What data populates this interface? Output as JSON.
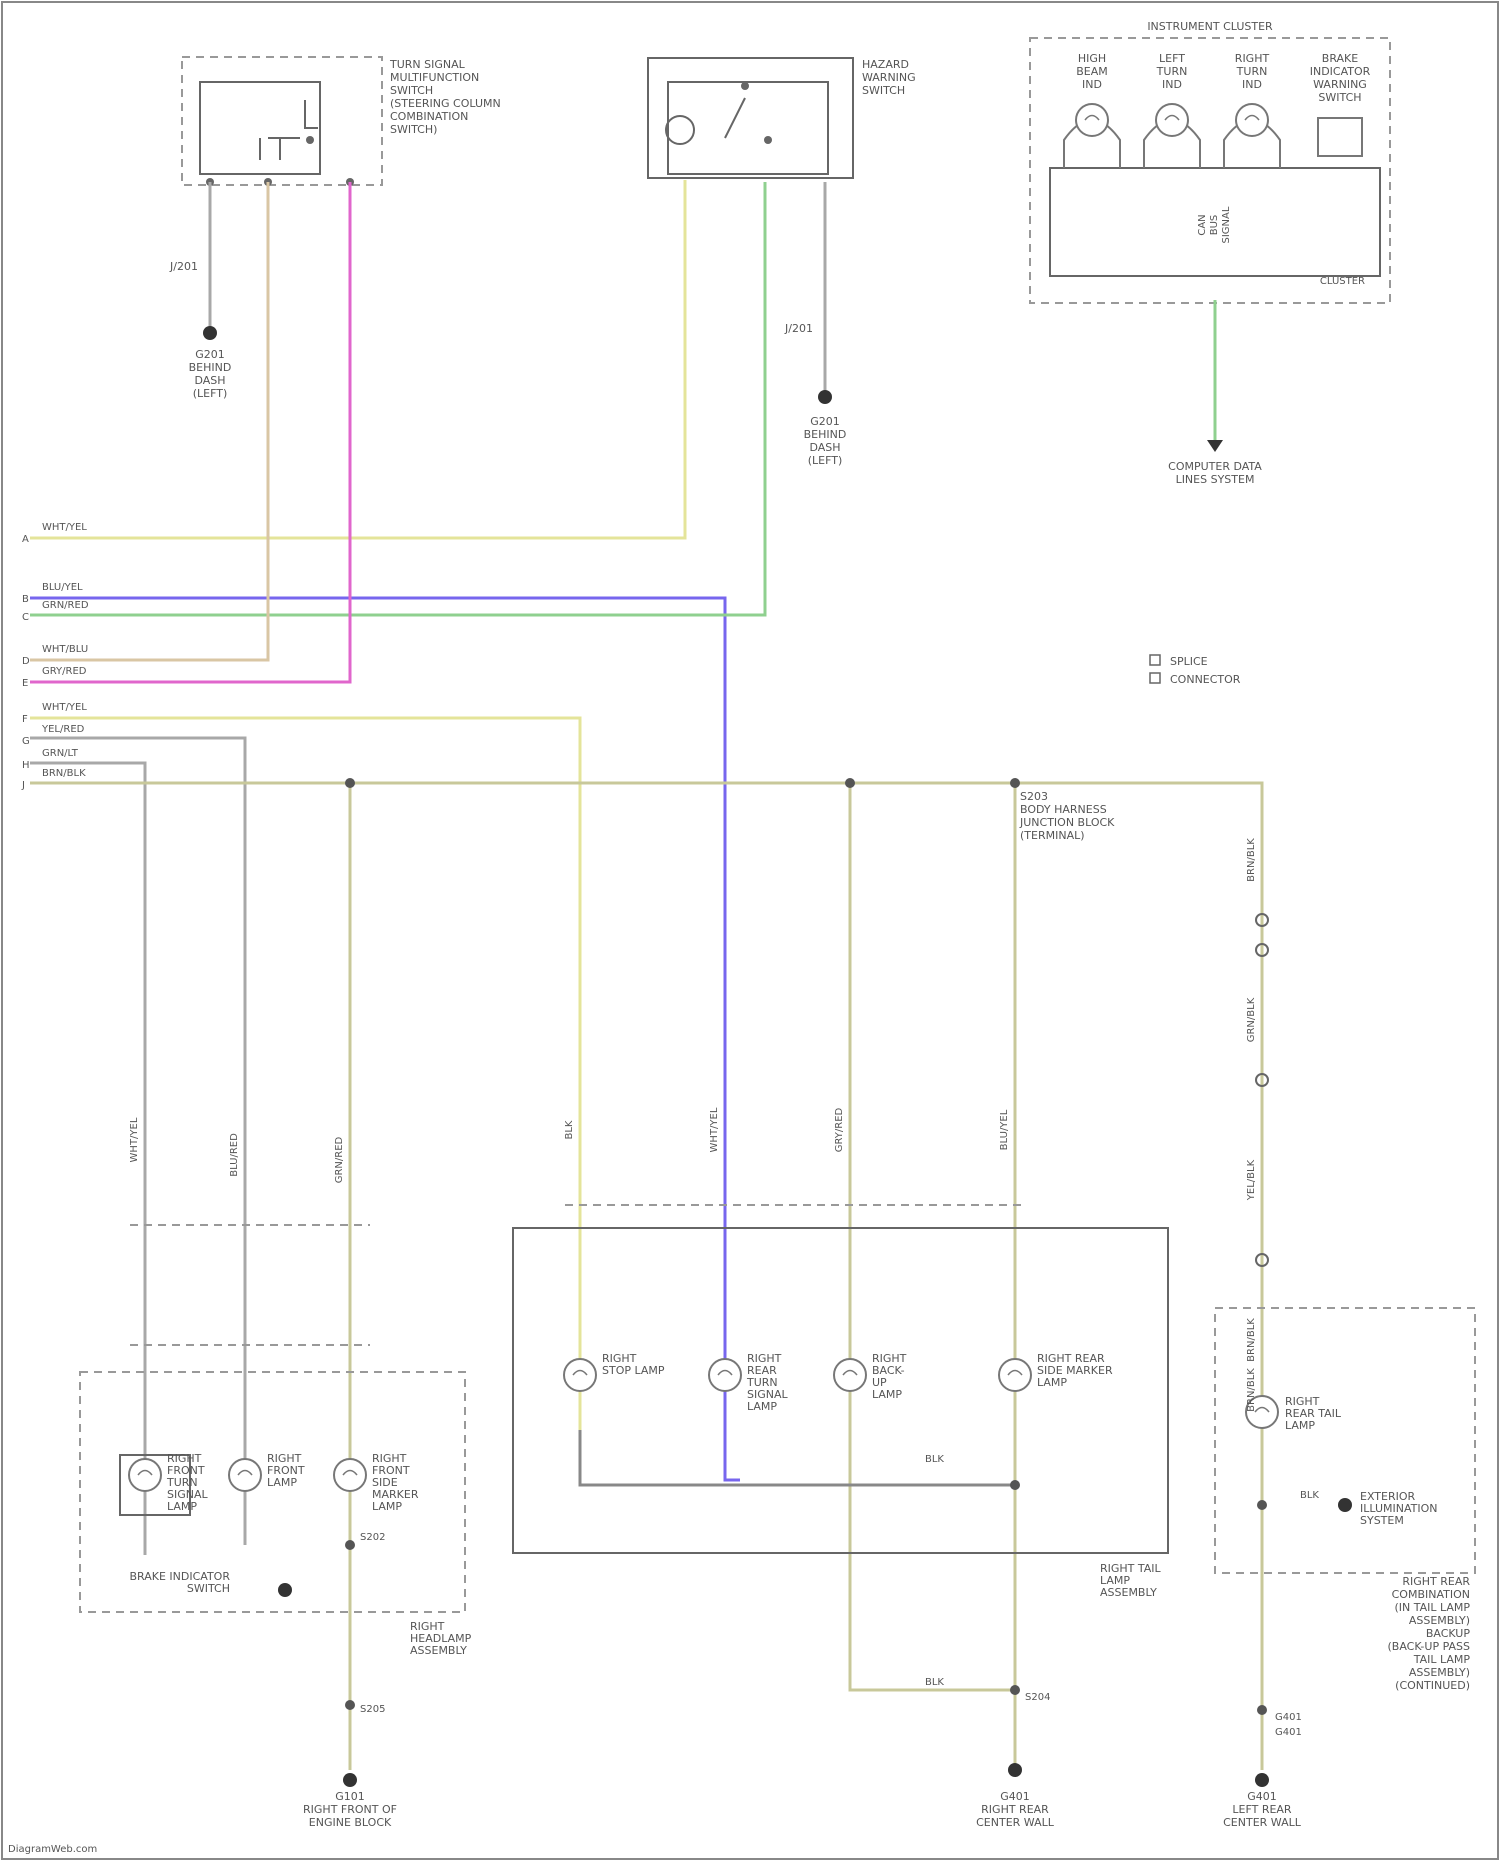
{
  "colors": {
    "background": "#ffffff",
    "frame": "#666666",
    "wire_yellow": "#e4e49a",
    "wire_purple": "#7766ee",
    "wire_green": "#8fd08f",
    "wire_tan": "#d9c6a4",
    "wire_pink": "#e066cc",
    "wire_gray": "#a8a8a8",
    "wire_olive": "#c8c89a",
    "wire_khaki": "#cfcfb0",
    "ground": "#555555"
  },
  "texts": {
    "switch1_label": [
      "TURN SIGNAL",
      "MULTIFUNCTION",
      "SWITCH",
      "(STEERING COLUMN",
      "COMBINATION",
      "SWITCH)"
    ],
    "switch2_label": [
      "HAZARD",
      "WARNING",
      "SWITCH"
    ],
    "cluster_title": "INSTRUMENT CLUSTER",
    "cluster_items": [
      [
        "HIGH",
        "BEAM",
        "IND"
      ],
      [
        "LEFT",
        "TURN",
        "IND"
      ],
      [
        "RIGHT",
        "TURN",
        "IND"
      ],
      [
        "BRAKE",
        "INDICATOR",
        "WARNING",
        "SWITCH"
      ]
    ],
    "cluster_module": [
      "CAN",
      "BUS",
      "SIGNAL"
    ],
    "cluster_id": "CLUSTER",
    "ground1_label": [
      "G201",
      "BEHIND",
      "DASH",
      "(LEFT)"
    ],
    "ground2_label": [
      "G201",
      "BEHIND",
      "DASH",
      "(LEFT)"
    ],
    "cluster_link": [
      "COMPUTER DATA",
      "LINES SYSTEM"
    ],
    "junction_marks": [
      "J/201",
      "J/201"
    ],
    "bus_labels": [
      "WHT/YEL",
      "BLU/YEL",
      "GRN/RED",
      "WHT/BLU",
      "GRY/RED",
      "WHT/YEL",
      "YEL/RED",
      "GRN/LT",
      "BRN/BLK"
    ],
    "pins_left": [
      "A",
      "B",
      "C",
      "D",
      "E",
      "F",
      "G",
      "H",
      "J"
    ],
    "legend": [
      "SPLICE",
      "CONNECTOR"
    ],
    "right_splice_label": [
      "S203",
      "BODY HARNESS",
      "JUNCTION BLOCK",
      "(TERMINAL)"
    ],
    "wire_vertical_labels": [
      "WHT/YEL",
      "BLU/RED",
      "GRN/RED",
      "BLK",
      "WHT/YEL",
      "GRY/RED",
      "BLU/YEL",
      "BRN/BLK",
      "GRN/BLK",
      "YEL/BLK",
      "BRN/BLK",
      "BRN/BLK"
    ],
    "front_lamp_labels": [
      [
        "RIGHT",
        "FRONT",
        "TURN",
        "SIGNAL",
        "LAMP"
      ],
      [
        "RIGHT",
        "FRONT",
        "LAMP"
      ],
      [
        "RIGHT",
        "FRONT",
        "SIDE",
        "MARKER",
        "LAMP"
      ]
    ],
    "front_ground_label": [
      "BRAKE INDICATOR",
      "SWITCH"
    ],
    "front_assembly": [
      "RIGHT",
      "HEADLAMP",
      "ASSEMBLY"
    ],
    "rear_lamp_labels": [
      [
        "RIGHT",
        "STOP LAMP"
      ],
      [
        "RIGHT",
        "REAR",
        "TURN",
        "SIGNAL",
        "LAMP"
      ],
      [
        "RIGHT",
        "BACK-",
        "UP",
        "LAMP"
      ],
      [
        "RIGHT REAR",
        "SIDE MARKER",
        "LAMP"
      ]
    ],
    "rear_assembly": [
      "RIGHT TAIL",
      "LAMP",
      "ASSEMBLY"
    ],
    "blk_labels": [
      "BLK",
      "BLK",
      "BLK"
    ],
    "splice_s": [
      "S202",
      "S204",
      "S205"
    ],
    "far_right_lamp": [
      "RIGHT",
      "REAR TAIL",
      "LAMP"
    ],
    "far_right_link": [
      "EXTERIOR",
      "ILLUMINATION",
      "SYSTEM"
    ],
    "far_right_assembly": [
      "RIGHT REAR",
      "COMBINATION",
      "(IN TAIL LAMP",
      "ASSEMBLY)",
      "BACKUP",
      "(BACK-UP PASS",
      "TAIL LAMP",
      "ASSEMBLY)",
      "(CONTINUED)"
    ],
    "ground_bottom": [
      [
        "G101",
        "RIGHT FRONT OF",
        "ENGINE BLOCK"
      ],
      [
        "G401",
        "RIGHT REAR",
        "CENTER WALL"
      ],
      [
        "G401",
        "LEFT REAR",
        "CENTER WALL"
      ]
    ],
    "bottom_right_marks": [
      "G401",
      "G401"
    ],
    "footer": "DiagramWeb.com"
  }
}
